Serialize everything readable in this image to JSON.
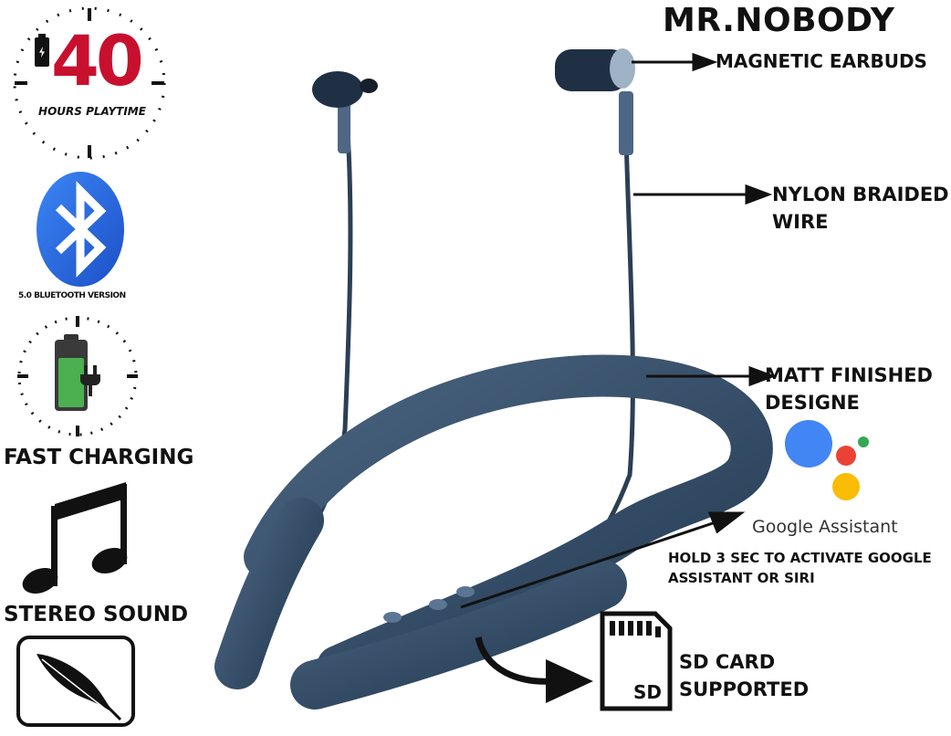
{
  "brand": "MR.NOBODY",
  "features": {
    "playtime_number": "40",
    "playtime_label": "HOURS PLAYTIME",
    "bluetooth_label": "5.0 BLUETOOTH VERSION",
    "fast_charging": "FAST CHARGING",
    "stereo_sound": "STEREO SOUND"
  },
  "callouts": {
    "magnetic_earbuds": "MAGNETIC EARBUDS",
    "nylon_line1": "NYLON BRAIDED",
    "nylon_line2": "WIRE",
    "matt_line1": "MATT FINISHED",
    "matt_line2": "DESIGNE",
    "google_assistant": "Google Assistant",
    "hold_line1": "HOLD 3 SEC TO ACTIVATE GOOGLE",
    "hold_line2": "ASSISTANT OR SIRI",
    "sd_line1": "SD CARD",
    "sd_line2": "SUPPORTED",
    "sd_chip": "SD"
  },
  "colors": {
    "accent_red": "#c8102e",
    "bluetooth_blue": "#2a6fe0",
    "battery_green": "#4caf50",
    "product_navy": "#2e4560",
    "g_blue": "#4285f4",
    "g_red": "#ea4335",
    "g_yellow": "#fbbc05",
    "g_green": "#34a853"
  },
  "icons": [
    "battery-icon",
    "bluetooth-icon",
    "charging-battery-icon",
    "music-note-icon",
    "feather-icon",
    "google-assistant-icon",
    "sd-card-icon",
    "curved-arrow-icon"
  ]
}
